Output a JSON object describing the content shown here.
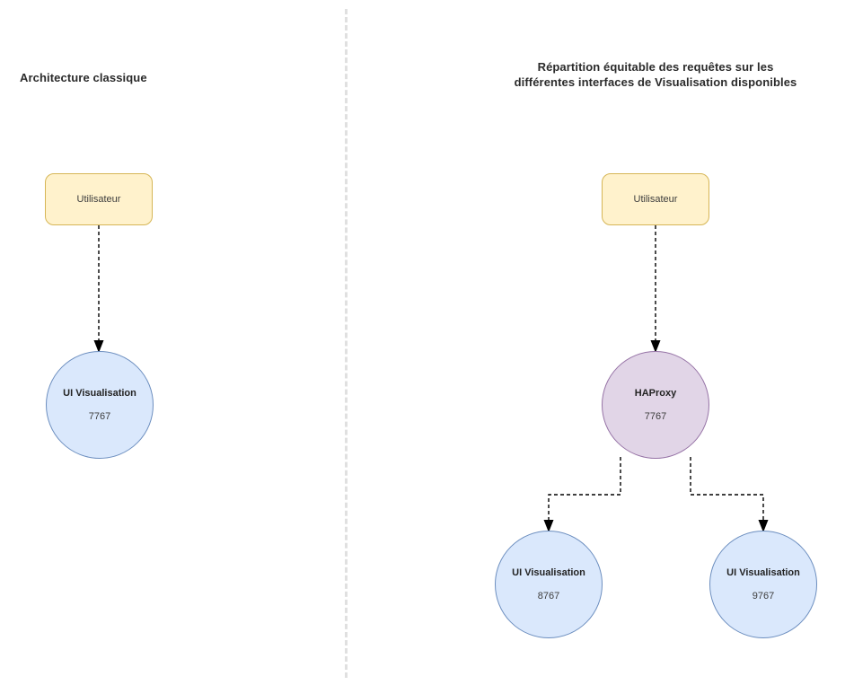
{
  "diagram": {
    "panels": [
      {
        "id": "classic",
        "title": "Architecture classique"
      },
      {
        "id": "balanced",
        "title": "Répartition équitable des requêtes sur les\ndifférentes interfaces de Visualisation disponibles"
      }
    ],
    "nodes": {
      "left_user": {
        "label": "Utilisateur",
        "port": ""
      },
      "left_ui": {
        "label": "UI Visualisation",
        "port": "7767"
      },
      "right_user": {
        "label": "Utilisateur",
        "port": ""
      },
      "haproxy": {
        "label": "HAProxy",
        "port": "7767"
      },
      "right_ui_1": {
        "label": "UI Visualisation",
        "port": "8767"
      },
      "right_ui_2": {
        "label": "UI Visualisation",
        "port": "9767"
      }
    },
    "colors": {
      "user_fill": "#fff2cc",
      "user_stroke": "#d6b656",
      "ui_fill": "#dae8fc",
      "ui_stroke": "#6c8ebf",
      "proxy_fill": "#e1d5e7",
      "proxy_stroke": "#9673a6",
      "edge": "#000000",
      "divider": "#e0e0e0",
      "background": "#ffffff",
      "text": "#2b2b2b"
    },
    "edges": [
      {
        "name": "left-user-to-ui",
        "from": "left_user",
        "to": "left_ui",
        "style": "dashed",
        "arrow": "end"
      },
      {
        "name": "right-user-to-haproxy",
        "from": "right_user",
        "to": "haproxy",
        "style": "dashed",
        "arrow": "end"
      },
      {
        "name": "haproxy-to-ui-8767",
        "from": "haproxy",
        "to": "right_ui_1",
        "style": "dashed",
        "arrow": "end"
      },
      {
        "name": "haproxy-to-ui-9767",
        "from": "haproxy",
        "to": "right_ui_2",
        "style": "dashed",
        "arrow": "end"
      }
    ]
  }
}
